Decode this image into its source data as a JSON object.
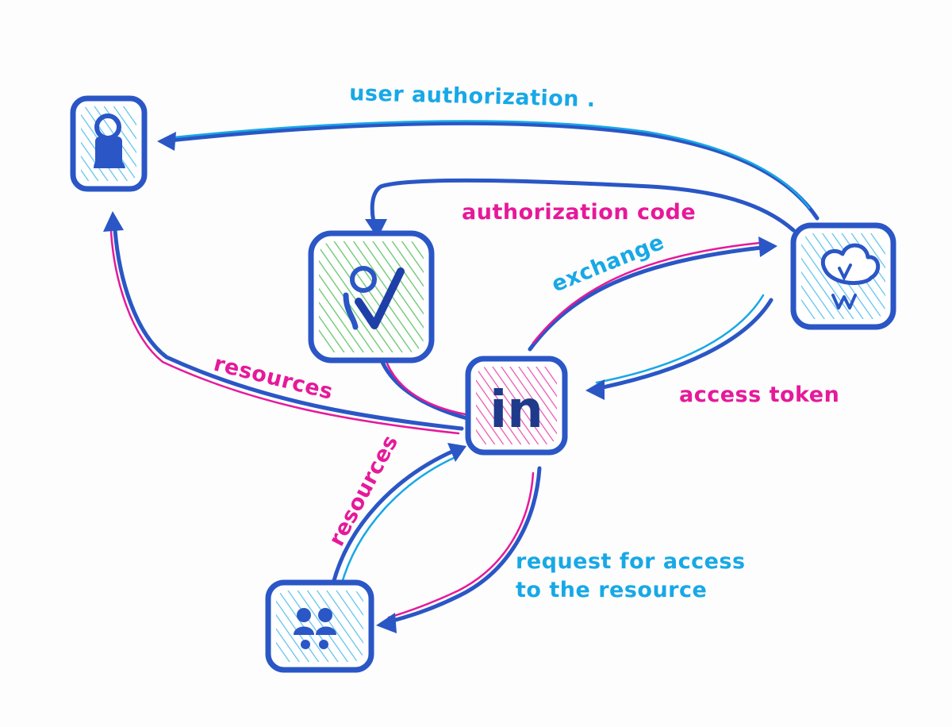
{
  "colors": {
    "ink_blue": "#2a56c6",
    "ink_cyan": "#18a8e6",
    "ink_pink": "#e6199a",
    "ink_green": "#6cc83a"
  },
  "nodes": {
    "user": {
      "icon": "user-lock-icon"
    },
    "authorizer": {
      "icon": "user-check-icon"
    },
    "linkedin": {
      "text": "in",
      "icon": "linkedin-icon"
    },
    "auth_server": {
      "icon": "cloud-server-icon"
    },
    "resource_owners": {
      "icon": "group-icon"
    }
  },
  "labels": {
    "user_authorization": "user authorization .",
    "authorization_code": "authorization code",
    "exchange": "exchange",
    "access_token": "access token",
    "resources_left": "resources",
    "resources_bottom": "resources",
    "request_line1": "request for access",
    "request_line2": "to the resource"
  }
}
